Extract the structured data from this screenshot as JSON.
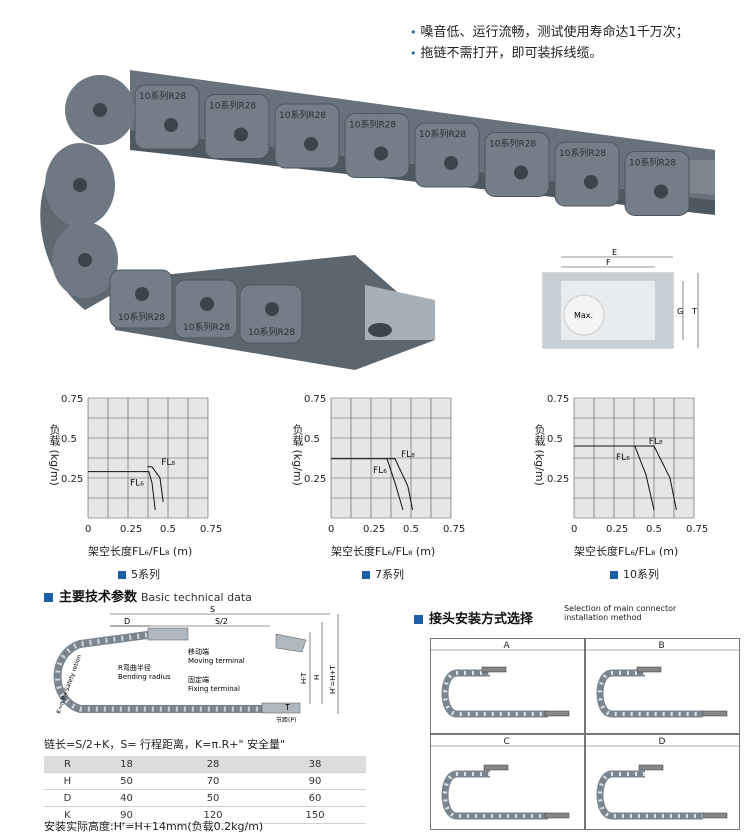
{
  "features": [
    "嗓音低、运行流畅，测试使用寿命达1千万次；",
    "拖链不需打开，即可装拆线缆。"
  ],
  "chain_labels": [
    "10系列R28",
    "10系列R28",
    "10系列R28",
    "10系列R28",
    "10系列R28",
    "10系列R28",
    "10系列R28",
    "10系列R28",
    "10系列R28",
    "10系列R28",
    "10系列R28"
  ],
  "section_diagram": {
    "E": "E",
    "F": "F",
    "G": "G",
    "T": "T",
    "max": "Max."
  },
  "chart_data": [
    {
      "type": "line",
      "legend": "5系列",
      "ylabel": "负载 (kg/m)",
      "xlabel": "架空长度FL₆/FL₈ (m)",
      "xlim": [
        0,
        0.75
      ],
      "ylim": [
        0,
        0.75
      ],
      "x_ticks": [
        "0",
        "0.25",
        "0.5",
        "0.75"
      ],
      "y_ticks": [
        "0.25",
        "0.5",
        "0.75"
      ],
      "annotations": [
        "FL₆",
        "FL₈"
      ],
      "series": [
        {
          "points": [
            [
              0,
              0.29
            ],
            [
              0.38,
              0.29
            ],
            [
              0.4,
              0.22
            ],
            [
              0.42,
              0.05
            ]
          ]
        },
        {
          "points": [
            [
              0.37,
              0.32
            ],
            [
              0.4,
              0.32
            ],
            [
              0.45,
              0.25
            ],
            [
              0.47,
              0.1
            ]
          ]
        }
      ]
    },
    {
      "type": "line",
      "legend": "7系列",
      "ylabel": "负载 (kg/m)",
      "xlabel": "架空长度FL₆/FL₈ (m)",
      "xlim": [
        0,
        0.75
      ],
      "ylim": [
        0,
        0.75
      ],
      "x_ticks": [
        "0",
        "0.25",
        "0.5",
        "0.75"
      ],
      "y_ticks": [
        "0.25",
        "0.5",
        "0.75"
      ],
      "annotations": [
        "FL₆",
        "FL₈"
      ],
      "series": [
        {
          "points": [
            [
              0,
              0.37
            ],
            [
              0.35,
              0.37
            ],
            [
              0.4,
              0.22
            ],
            [
              0.45,
              0.05
            ]
          ]
        },
        {
          "points": [
            [
              0.35,
              0.37
            ],
            [
              0.4,
              0.37
            ],
            [
              0.48,
              0.2
            ],
            [
              0.51,
              0.05
            ]
          ]
        }
      ]
    },
    {
      "type": "line",
      "legend": "10系列",
      "ylabel": "负载 (kg/m)",
      "xlabel": "架空长度FL₆/FL₈ (m)",
      "xlim": [
        0,
        0.75
      ],
      "ylim": [
        0,
        0.75
      ],
      "x_ticks": [
        "0",
        "0.25",
        "0.5",
        "0.75"
      ],
      "y_ticks": [
        "0.25",
        "0.5",
        "0.75"
      ],
      "annotations": [
        "FL₆",
        "FL₈"
      ],
      "series": [
        {
          "points": [
            [
              0,
              0.45
            ],
            [
              0.38,
              0.45
            ],
            [
              0.45,
              0.27
            ],
            [
              0.5,
              0.05
            ]
          ]
        },
        {
          "points": [
            [
              0.38,
              0.45
            ],
            [
              0.5,
              0.45
            ],
            [
              0.6,
              0.25
            ],
            [
              0.64,
              0.05
            ]
          ]
        }
      ]
    }
  ],
  "tech": {
    "title": "主要技术参数",
    "subtitle": "Basic technical data",
    "labels": {
      "S": "S",
      "S2": "S/2",
      "D": "D",
      "H": "H",
      "HT": "H-T",
      "HF": "Hᶠ=H+T",
      "T": "T",
      "moving_cn": "移动端",
      "moving_en": "Moving terminal",
      "bend_cn": "R弯曲半径",
      "bend_en": "Bending radius",
      "fix_cn": "固定端",
      "fix_en": "Fixing terminal",
      "safety": "K=π.R+Safety retion",
      "pitch": "节距(P)"
    },
    "formula": "链长=S/2+K，S= 行程距离，K=π.R+\" 安全量\"",
    "table": [
      [
        "R",
        "18",
        "28",
        "38"
      ],
      [
        "H",
        "50",
        "70",
        "90"
      ],
      [
        "D",
        "40",
        "50",
        "60"
      ],
      [
        "K",
        "90",
        "120",
        "150"
      ]
    ],
    "install": "安装实际高度:Hᶠ=H+14mm(负载0.2kg/m)"
  },
  "conn": {
    "title": "接头安装方式选择",
    "subtitle1": "Selection of main connector",
    "subtitle2": "installation method",
    "panels": [
      "A",
      "B",
      "C",
      "D"
    ]
  }
}
